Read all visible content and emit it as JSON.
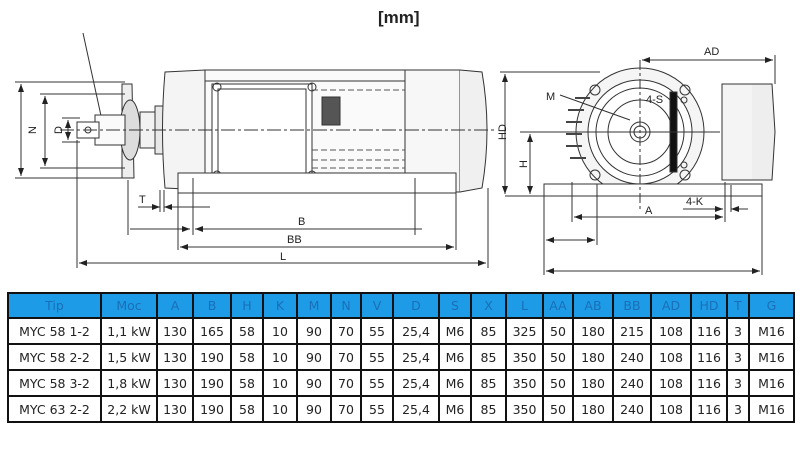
{
  "header": {
    "unit_label": "[mm]"
  },
  "drawing": {
    "side_view_labels": {
      "N": "N",
      "D": "D",
      "T": "T",
      "B": "B",
      "BB": "BB",
      "L": "L",
      "HD": "HD"
    },
    "front_view_labels": {
      "AD": "AD",
      "M": "M",
      "S": "4-S",
      "HD": "HD",
      "H": "H",
      "A": "A",
      "K": "4-K"
    }
  },
  "table": {
    "columns": [
      "Tip",
      "Moc",
      "A",
      "B",
      "H",
      "K",
      "M",
      "N",
      "V",
      "D",
      "S",
      "X",
      "L",
      "AA",
      "AB",
      "BB",
      "AD",
      "HD",
      "T",
      "G"
    ],
    "rows": [
      [
        "MYC 58 1-2",
        "1,1 kW",
        "130",
        "165",
        "58",
        "10",
        "90",
        "70",
        "55",
        "25,4",
        "M6",
        "85",
        "325",
        "50",
        "180",
        "215",
        "108",
        "116",
        "3",
        "M16"
      ],
      [
        "MYC 58 2-2",
        "1,5 kW",
        "130",
        "190",
        "58",
        "10",
        "90",
        "70",
        "55",
        "25,4",
        "M6",
        "85",
        "350",
        "50",
        "180",
        "240",
        "108",
        "116",
        "3",
        "M16"
      ],
      [
        "MYC 58 3-2",
        "1,8 kW",
        "130",
        "190",
        "58",
        "10",
        "90",
        "70",
        "55",
        "25,4",
        "M6",
        "85",
        "350",
        "50",
        "180",
        "240",
        "108",
        "116",
        "3",
        "M16"
      ],
      [
        "MYC 63 2-2",
        "2,2 kW",
        "130",
        "190",
        "58",
        "10",
        "90",
        "70",
        "55",
        "25,4",
        "M6",
        "85",
        "350",
        "50",
        "180",
        "240",
        "108",
        "116",
        "3",
        "M16"
      ]
    ]
  },
  "colors": {
    "header_bg": "#1e9be6",
    "header_text": "#1a6fb8",
    "border": "#111111"
  }
}
